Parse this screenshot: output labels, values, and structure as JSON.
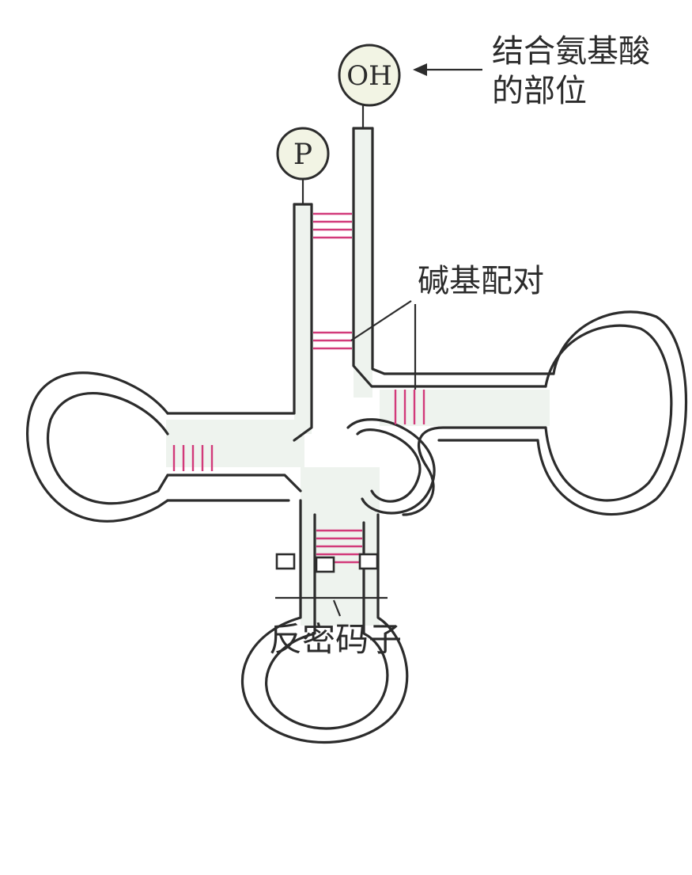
{
  "diagram": {
    "end_labels": {
      "phosphate": "P",
      "hydroxyl": "OH"
    },
    "annotations": {
      "amino_acid_site_line1": "结合氨基酸",
      "amino_acid_site_line2": "的部位",
      "base_pairing": "碱基配对",
      "anticodon": "反密码子"
    },
    "colors": {
      "strand": "#2c2c2c",
      "base_pair": "#d23a7a",
      "backbone_fill": "#eef3ee"
    }
  }
}
